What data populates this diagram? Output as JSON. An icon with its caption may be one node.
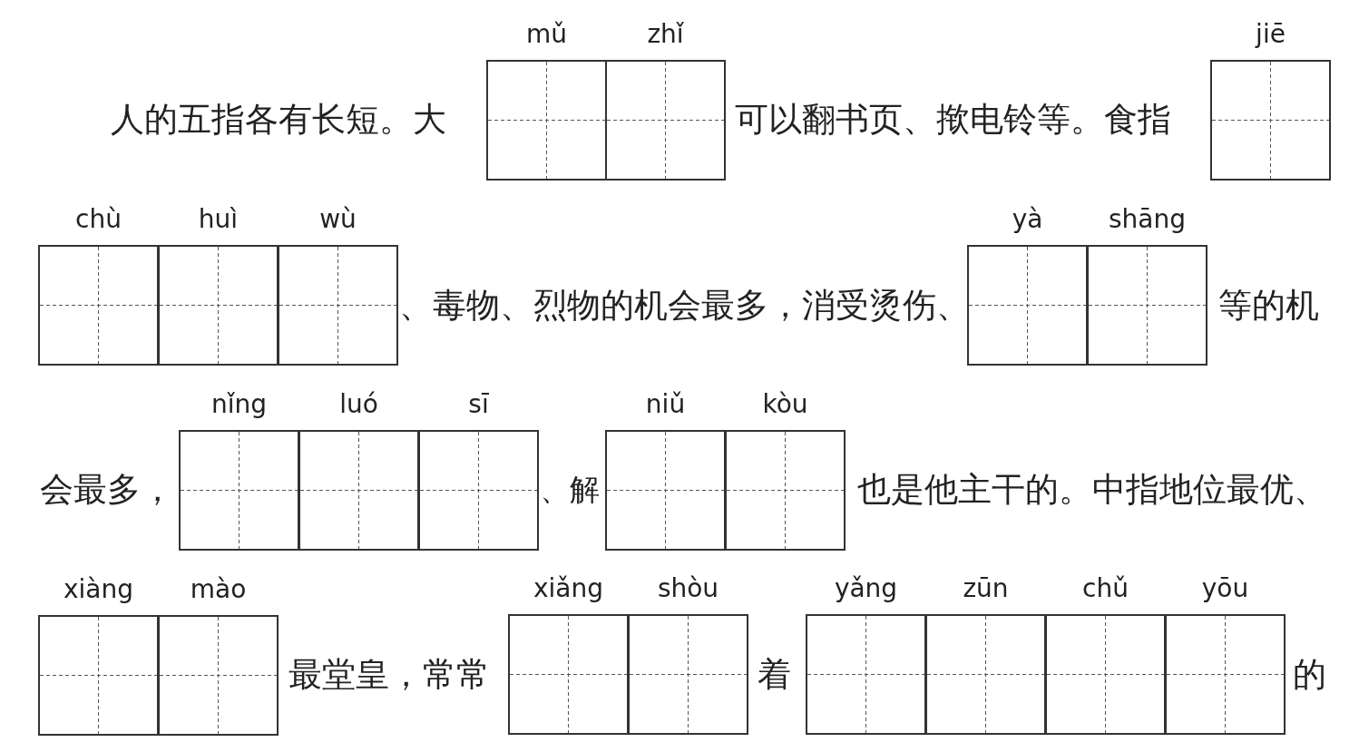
{
  "diagram": {
    "nodes": [
      {
        "text": [
          "mǔ"
        ]
      },
      {
        "text": [
          "zhǐ"
        ]
      },
      {
        "text": [
          "jiē"
        ]
      },
      {
        "text": [
          "chù"
        ]
      },
      {
        "text": [
          "huì"
        ]
      },
      {
        "text": [
          "wù"
        ]
      },
      {
        "text": [
          "yà"
        ]
      },
      {
        "text": [
          "shāng"
        ]
      },
      {
        "text": [
          "nǐng"
        ]
      },
      {
        "text": [
          "luó"
        ]
      },
      {
        "text": [
          "sī"
        ]
      },
      {
        "text": [
          "niǔ"
        ]
      },
      {
        "text": [
          "kòu"
        ]
      },
      {
        "text": [
          "xiàng"
        ]
      },
      {
        "text": [
          "mào"
        ]
      },
      {
        "text": [
          "xiǎng"
        ]
      },
      {
        "text": [
          "shòu"
        ]
      },
      {
        "text": [
          "yǎng"
        ]
      },
      {
        "text": [
          "zūn"
        ]
      },
      {
        "text": [
          "chǔ"
        ]
      },
      {
        "text": [
          "yōu"
        ]
      }
    ],
    "labels": [
      "人的五指各有长短。大",
      "可以翻书页、揿电铃等。食指",
      "、毒物、烈物的机会最多，消受烫伤、",
      "等的机",
      "会最多，",
      "、解",
      "也是他主干的。中指地位最优、",
      "最堂皇，常常",
      "着",
      "的"
    ]
  }
}
